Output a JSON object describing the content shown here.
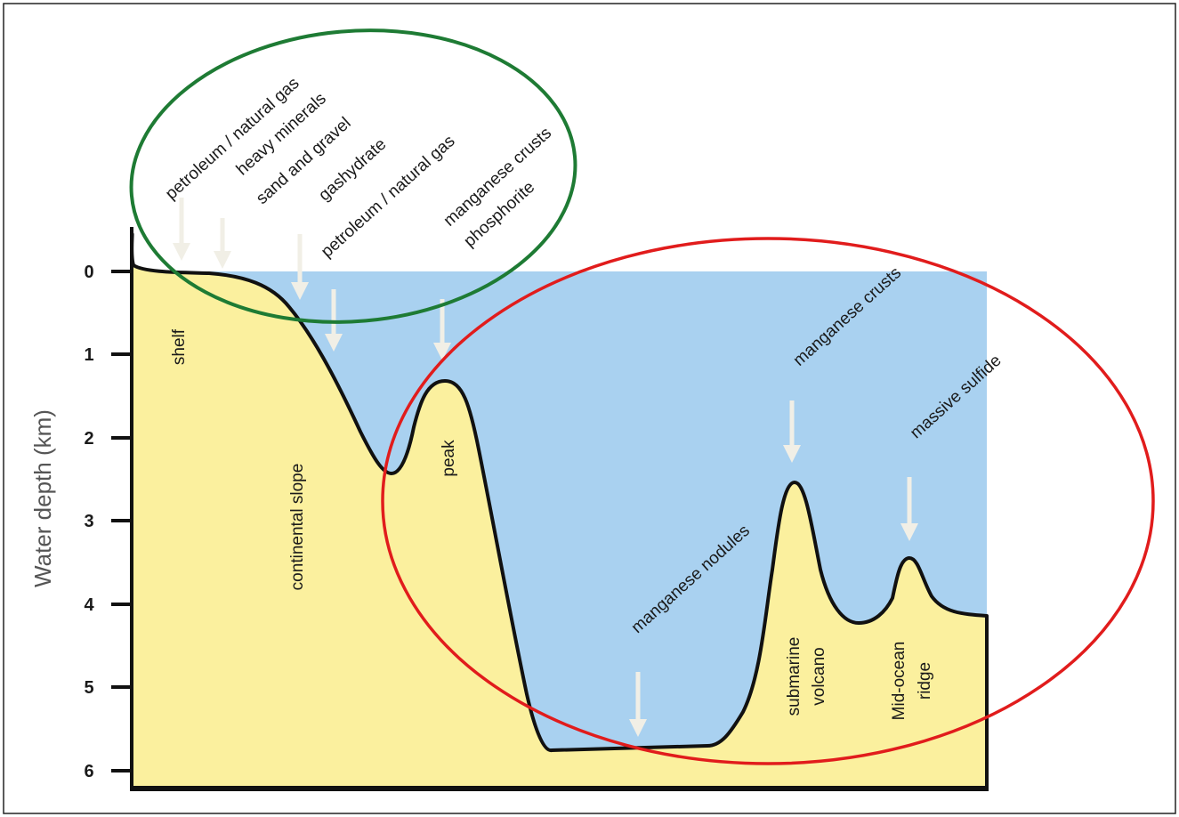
{
  "axis": {
    "title": "Water depth (km)",
    "ticks": [
      "0",
      "1",
      "2",
      "3",
      "4",
      "5",
      "6"
    ]
  },
  "features": {
    "shelf": "shelf",
    "continental_slope": "continental slope",
    "peak": "peak",
    "submarine_volcano_line1": "submarine",
    "submarine_volcano_line2": "volcano",
    "mid_ocean_ridge_line1": "Mid-ocean",
    "mid_ocean_ridge_line2": "ridge"
  },
  "resources": {
    "petroleum_gas_shelf": "petroleum / natural gas",
    "heavy_minerals": "heavy minerals",
    "sand_gravel": "sand and gravel",
    "gashydrate": "gashydrate",
    "petroleum_gas_slope": "petroleum / natural gas",
    "manganese_crusts_peak": "manganese crusts",
    "phosphorite": "phosphorite",
    "manganese_crusts_volcano": "manganese crusts",
    "massive_sulfide": "massive sulfide",
    "manganese_nodules": "manganese nodules"
  },
  "colors": {
    "water": "#a9d1f0",
    "sediment": "#fbf09e",
    "outline": "#111111",
    "arrow": "#f1efe6",
    "shallow_group_ellipse": "#1e7b34",
    "deep_sea_group_ellipse": "#e11c1c"
  }
}
